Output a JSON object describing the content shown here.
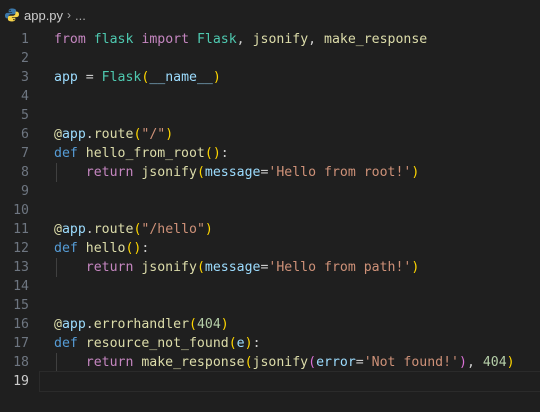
{
  "breadcrumb": {
    "file": "app.py",
    "separator": "›",
    "more": "..."
  },
  "editor": {
    "current_line": 19,
    "lines": [
      {
        "n": "1",
        "tokens": [
          [
            "kw",
            "from"
          ],
          [
            "plain",
            " "
          ],
          [
            "cls",
            "flask"
          ],
          [
            "plain",
            " "
          ],
          [
            "kw",
            "import"
          ],
          [
            "plain",
            " "
          ],
          [
            "cls",
            "Flask"
          ],
          [
            "plain",
            ", "
          ],
          [
            "fn",
            "jsonify"
          ],
          [
            "plain",
            ", "
          ],
          [
            "fn",
            "make_response"
          ]
        ]
      },
      {
        "n": "2",
        "tokens": []
      },
      {
        "n": "3",
        "tokens": [
          [
            "var",
            "app"
          ],
          [
            "plain",
            " = "
          ],
          [
            "cls",
            "Flask"
          ],
          [
            "p1",
            "("
          ],
          [
            "var",
            "__name__"
          ],
          [
            "p1",
            ")"
          ]
        ]
      },
      {
        "n": "4",
        "tokens": []
      },
      {
        "n": "5",
        "tokens": []
      },
      {
        "n": "6",
        "tokens": [
          [
            "fn",
            "@"
          ],
          [
            "var",
            "app"
          ],
          [
            "plain",
            "."
          ],
          [
            "fn",
            "route"
          ],
          [
            "p1",
            "("
          ],
          [
            "str",
            "\"/\""
          ],
          [
            "p1",
            ")"
          ]
        ]
      },
      {
        "n": "7",
        "tokens": [
          [
            "kw2",
            "def"
          ],
          [
            "plain",
            " "
          ],
          [
            "fn",
            "hello_from_root"
          ],
          [
            "p1",
            "()"
          ],
          [
            "plain",
            ":"
          ]
        ]
      },
      {
        "n": "8",
        "indent": true,
        "tokens": [
          [
            "plain",
            "    "
          ],
          [
            "kw",
            "return"
          ],
          [
            "plain",
            " "
          ],
          [
            "fn",
            "jsonify"
          ],
          [
            "p1",
            "("
          ],
          [
            "var",
            "message"
          ],
          [
            "plain",
            "="
          ],
          [
            "str",
            "'Hello from root!'"
          ],
          [
            "p1",
            ")"
          ]
        ]
      },
      {
        "n": "9",
        "tokens": []
      },
      {
        "n": "10",
        "tokens": []
      },
      {
        "n": "11",
        "tokens": [
          [
            "fn",
            "@"
          ],
          [
            "var",
            "app"
          ],
          [
            "plain",
            "."
          ],
          [
            "fn",
            "route"
          ],
          [
            "p1",
            "("
          ],
          [
            "str",
            "\"/hello\""
          ],
          [
            "p1",
            ")"
          ]
        ]
      },
      {
        "n": "12",
        "tokens": [
          [
            "kw2",
            "def"
          ],
          [
            "plain",
            " "
          ],
          [
            "fn",
            "hello"
          ],
          [
            "p1",
            "()"
          ],
          [
            "plain",
            ":"
          ]
        ]
      },
      {
        "n": "13",
        "indent": true,
        "tokens": [
          [
            "plain",
            "    "
          ],
          [
            "kw",
            "return"
          ],
          [
            "plain",
            " "
          ],
          [
            "fn",
            "jsonify"
          ],
          [
            "p1",
            "("
          ],
          [
            "var",
            "message"
          ],
          [
            "plain",
            "="
          ],
          [
            "str",
            "'Hello from path!'"
          ],
          [
            "p1",
            ")"
          ]
        ]
      },
      {
        "n": "14",
        "tokens": []
      },
      {
        "n": "15",
        "tokens": []
      },
      {
        "n": "16",
        "tokens": [
          [
            "fn",
            "@"
          ],
          [
            "var",
            "app"
          ],
          [
            "plain",
            "."
          ],
          [
            "fn",
            "errorhandler"
          ],
          [
            "p1",
            "("
          ],
          [
            "num",
            "404"
          ],
          [
            "p1",
            ")"
          ]
        ]
      },
      {
        "n": "17",
        "tokens": [
          [
            "kw2",
            "def"
          ],
          [
            "plain",
            " "
          ],
          [
            "fn",
            "resource_not_found"
          ],
          [
            "p1",
            "("
          ],
          [
            "var",
            "e"
          ],
          [
            "p1",
            ")"
          ],
          [
            "plain",
            ":"
          ]
        ]
      },
      {
        "n": "18",
        "indent": true,
        "tokens": [
          [
            "plain",
            "    "
          ],
          [
            "kw",
            "return"
          ],
          [
            "plain",
            " "
          ],
          [
            "fn",
            "make_response"
          ],
          [
            "p1",
            "("
          ],
          [
            "fn",
            "jsonify"
          ],
          [
            "p2",
            "("
          ],
          [
            "var",
            "error"
          ],
          [
            "plain",
            "="
          ],
          [
            "str",
            "'Not found!'"
          ],
          [
            "p2",
            ")"
          ],
          [
            "plain",
            ", "
          ],
          [
            "num",
            "404"
          ],
          [
            "p1",
            ")"
          ]
        ]
      },
      {
        "n": "19",
        "tokens": []
      }
    ]
  },
  "colors": {
    "background": "#1f1f1f",
    "keyword": "#c586c0",
    "class": "#4ec9b0",
    "function": "#dcdcaa",
    "variable": "#9cdcfe",
    "string": "#ce9178",
    "number": "#b5cea8"
  },
  "icons": {
    "file_icon": "python-icon"
  }
}
